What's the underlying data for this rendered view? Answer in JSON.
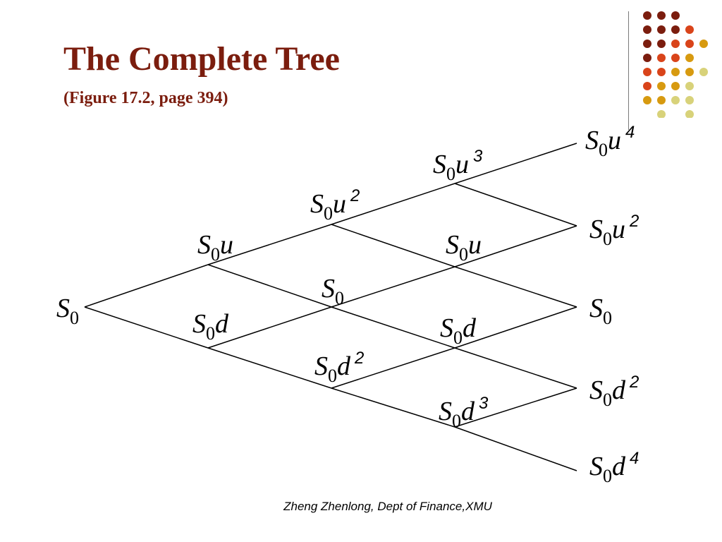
{
  "slide": {
    "title": "The Complete Tree",
    "subtitle": "(Figure 17.2, page 394)",
    "footer": "Zheng Zhenlong, Dept of Finance,XMU"
  },
  "colors": {
    "title": "#7b1d0e",
    "line": "#000000",
    "dot_dark_red": "#7b1d0e",
    "dot_orange_red": "#d9441a",
    "dot_gold": "#d79a10",
    "dot_light_olive": "#d8d27a"
  },
  "tree": {
    "nodes": [
      {
        "id": "n0",
        "base": "S",
        "sub": "0",
        "var": "",
        "exp": ""
      },
      {
        "id": "n1u",
        "base": "S",
        "sub": "0",
        "var": "u",
        "exp": ""
      },
      {
        "id": "n1d",
        "base": "S",
        "sub": "0",
        "var": "d",
        "exp": ""
      },
      {
        "id": "n2uu",
        "base": "S",
        "sub": "0",
        "var": "u",
        "exp": "2"
      },
      {
        "id": "n2ud",
        "base": "S",
        "sub": "0",
        "var": "",
        "exp": ""
      },
      {
        "id": "n2dd",
        "base": "S",
        "sub": "0",
        "var": "d",
        "exp": "2"
      },
      {
        "id": "n3u3",
        "base": "S",
        "sub": "0",
        "var": "u",
        "exp": "3"
      },
      {
        "id": "n3u",
        "base": "S",
        "sub": "0",
        "var": "u",
        "exp": ""
      },
      {
        "id": "n3d",
        "base": "S",
        "sub": "0",
        "var": "d",
        "exp": ""
      },
      {
        "id": "n3d3",
        "base": "S",
        "sub": "0",
        "var": "d",
        "exp": "3"
      },
      {
        "id": "n4u4",
        "base": "S",
        "sub": "0",
        "var": "u",
        "exp": "4"
      },
      {
        "id": "n4u2",
        "base": "S",
        "sub": "0",
        "var": "u",
        "exp": "2"
      },
      {
        "id": "n4s",
        "base": "S",
        "sub": "0",
        "var": "",
        "exp": ""
      },
      {
        "id": "n4d2",
        "base": "S",
        "sub": "0",
        "var": "d",
        "exp": "2"
      },
      {
        "id": "n4d4",
        "base": "S",
        "sub": "0",
        "var": "d",
        "exp": "4"
      }
    ]
  }
}
